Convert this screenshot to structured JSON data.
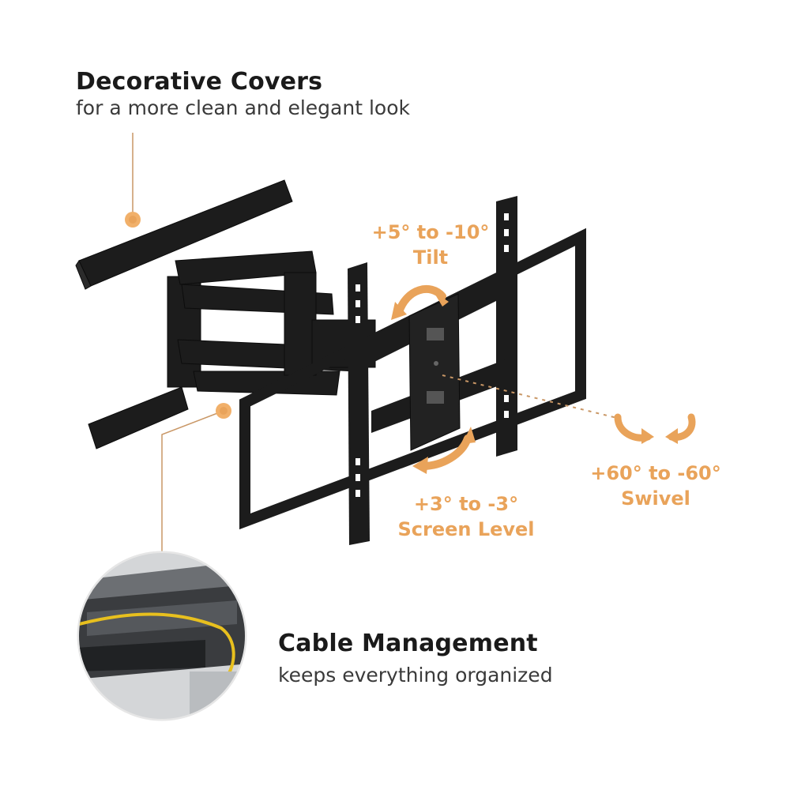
{
  "features": {
    "decorative": {
      "title": "Decorative Covers",
      "subtitle": "for a more clean and elegant look"
    },
    "cable": {
      "title": "Cable Management",
      "subtitle": "keeps everything organized"
    },
    "tilt": {
      "range": "+5° to -10°",
      "label": "Tilt"
    },
    "level": {
      "range": "+3° to -3°",
      "label": "Screen Level"
    },
    "swivel": {
      "range": "+60° to -60°",
      "label": "Swivel"
    }
  },
  "colors": {
    "accent": "#e9a35a",
    "mount": "#1c1c1c",
    "leader": "#c99766",
    "inset_bg": "#d4d6d8",
    "cable": "#e8c01e"
  }
}
